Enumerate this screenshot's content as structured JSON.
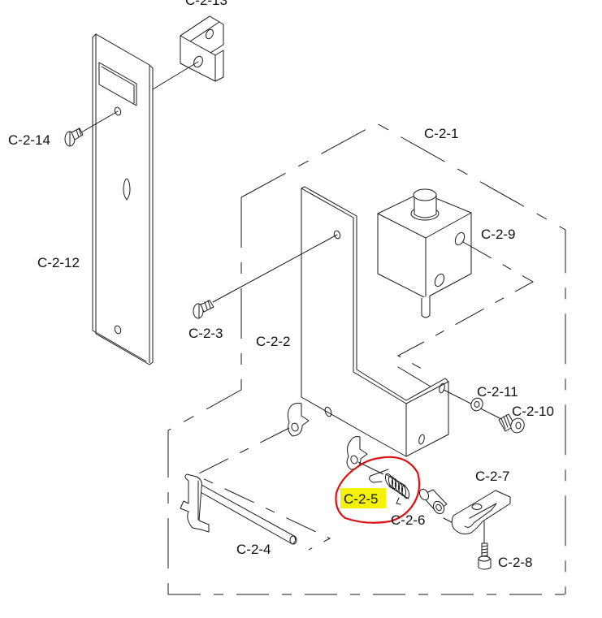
{
  "diagram": {
    "title": "Exploded parts diagram - assembly C-2",
    "labels": {
      "c2_13": "C-2-13",
      "c2_14": "C-2-14",
      "c2_12": "C-2-12",
      "c2_1": "C-2-1",
      "c2_9": "C-2-9",
      "c2_3": "C-2-3",
      "c2_2": "C-2-2",
      "c2_11": "C-2-11",
      "c2_10": "C-2-10",
      "c2_7": "C-2-7",
      "c2_5": "C-2-5",
      "c2_6": "C-2-6",
      "c2_4": "C-2-4",
      "c2_8": "C-2-8"
    },
    "highlight": {
      "part": "C-2-5",
      "highlight_color": "#f5f20a",
      "circle_color": "#e01010"
    }
  }
}
